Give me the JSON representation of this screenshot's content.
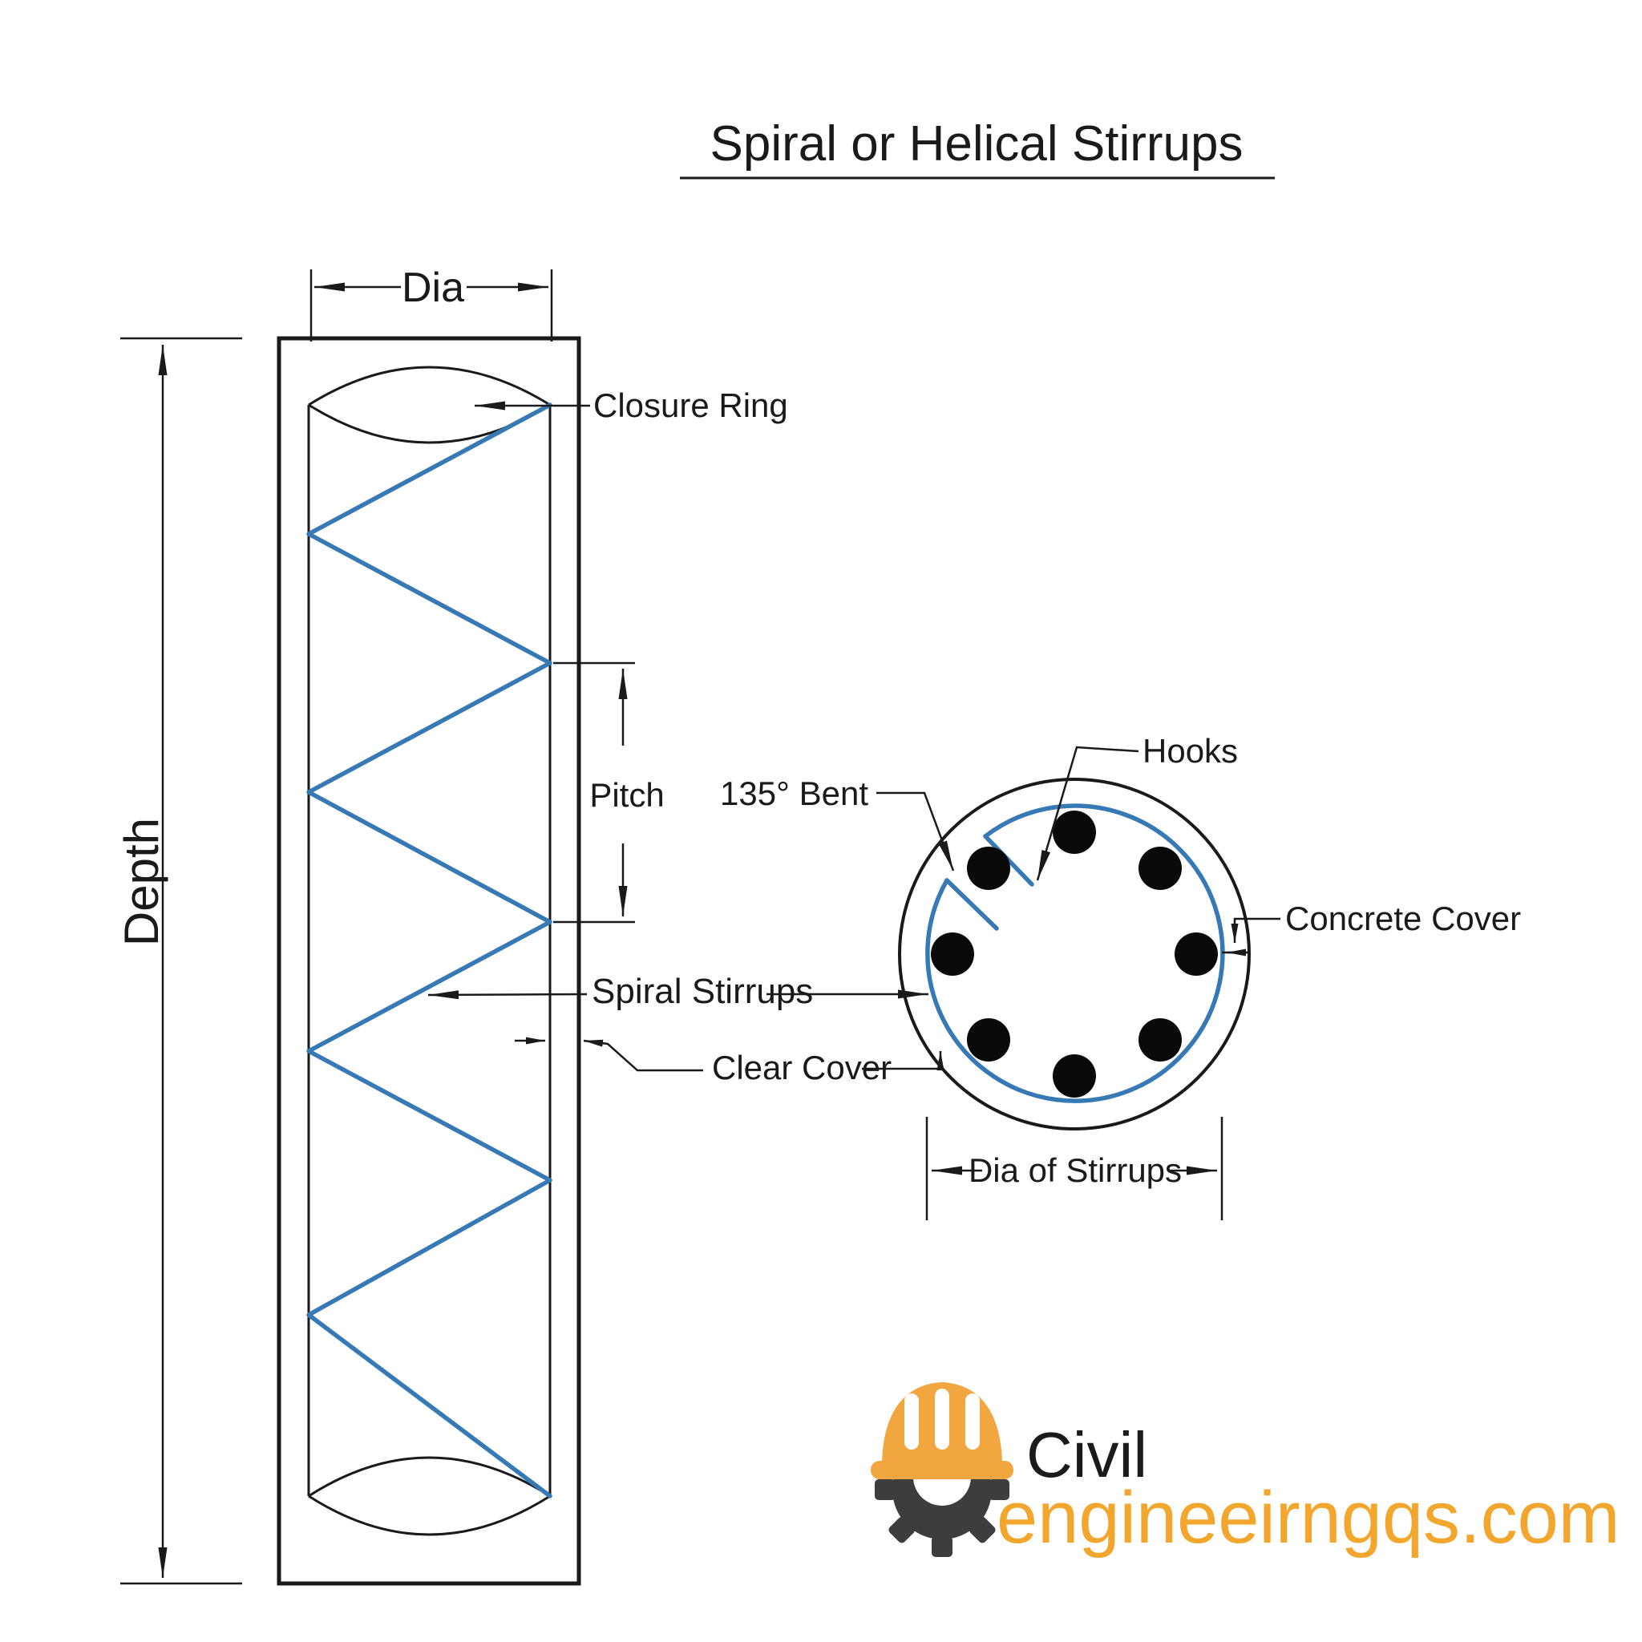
{
  "title": "Spiral or Helical Stirrups",
  "views": {
    "elevation": {
      "dia_label": "Dia",
      "depth_label": "Depth",
      "closure_ring_label": "Closure Ring",
      "pitch_label": "Pitch",
      "spiral_stirrups_label": "Spiral Stirrups",
      "clear_cover_label": "Clear Cover"
    },
    "cross_section": {
      "hooks_label": "Hooks",
      "bent_label": "135° Bent",
      "concrete_cover_label": "Concrete Cover",
      "dia_of_stirrups_label": "Dia of Stirrups",
      "rebar_count": "8"
    }
  },
  "logo": {
    "brand_top": "Civil",
    "brand_domain": "engineeirngqs.com"
  },
  "colors": {
    "line": "#1a1a1a",
    "stirrup_blue": "#3679b5",
    "brand_orange": "#f3a62d",
    "gear_gray": "#3d3d3d",
    "background": "#ffffff"
  }
}
